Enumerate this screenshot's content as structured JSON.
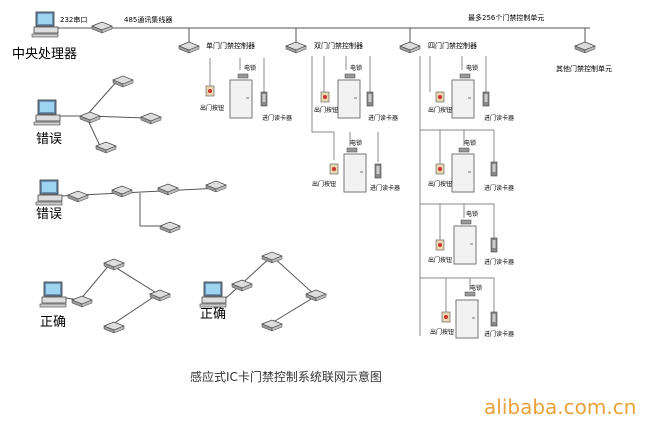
{
  "top": {
    "port": "232串口",
    "hub": "485通讯集线器",
    "max_units": "最多256个门禁控制单元"
  },
  "controllers": {
    "single": "单门门禁控制器",
    "double": "双门门禁控制器",
    "quad": "四门门禁控制器",
    "other": "其他门禁控制单元"
  },
  "labels": {
    "cpu": "中央处理器",
    "exit_button": "出门按钮",
    "lock": "电锁",
    "reader": "进门读卡器",
    "wrong": "错误",
    "right": "正确"
  },
  "caption": "感应式IC卡门禁控制系统联网示意图",
  "watermark": "alibaba.com.cn"
}
